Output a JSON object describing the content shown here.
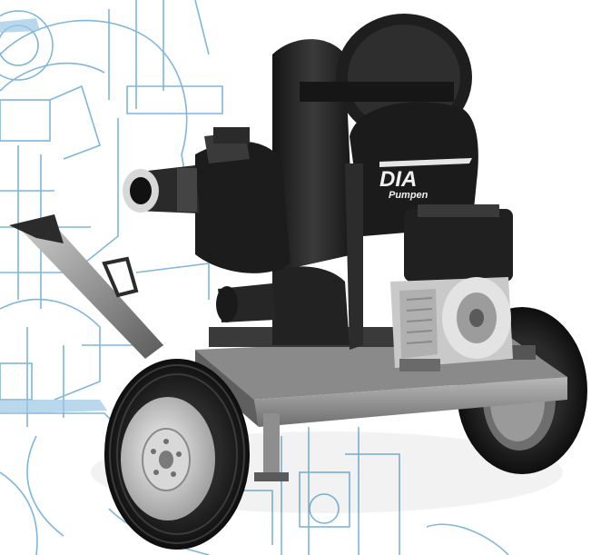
{
  "product_photo": {
    "subject": "trailer-mounted-pump",
    "logo": {
      "brand": "DIA",
      "subline": "Pumpen"
    }
  },
  "colors": {
    "background": "#ffffff",
    "blueprint_lines": "#7fb6db",
    "machine_dark": "#1c1c1c",
    "machine_mid": "#3a3a3a",
    "metal_light": "#d4d4d4"
  }
}
